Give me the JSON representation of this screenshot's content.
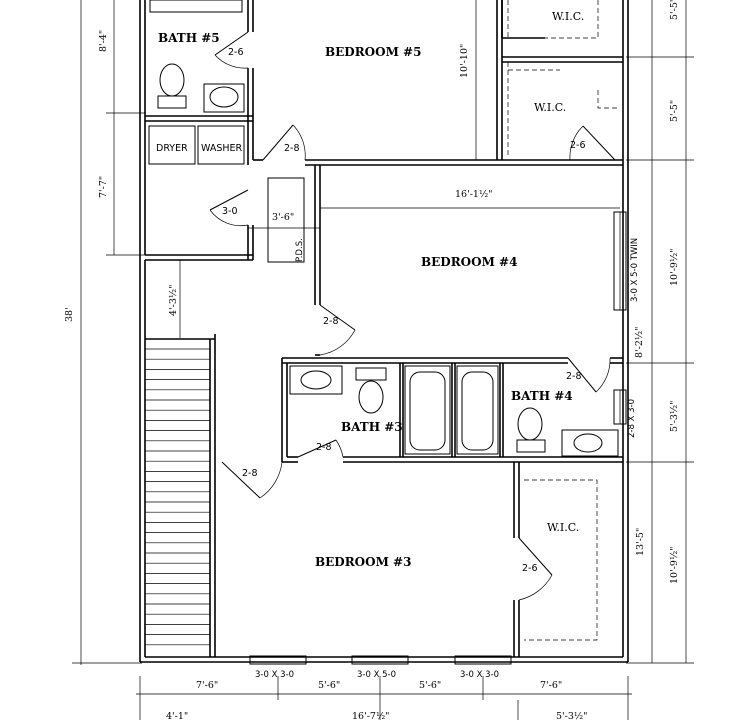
{
  "rooms": {
    "bath5": "BATH #5",
    "bedroom5": "BEDROOM #5",
    "wic_top": "W.I.C.",
    "wic_mid": "W.I.C.",
    "bedroom4": "BEDROOM #4",
    "bath4": "BATH #4",
    "bath3": "BATH #3",
    "wic_bottom": "W.I.C.",
    "bedroom3": "BEDROOM #3"
  },
  "fixtures": {
    "dryer": "DRYER",
    "washer": "WASHER",
    "pds": "P.D.S."
  },
  "doors": {
    "bath5": "2-6",
    "wic_mid": "2-6",
    "hall": "2-8",
    "closet": "3-0",
    "bedroom4": "2-8",
    "bath4": "2-8",
    "bath3": "2-8",
    "bedroom3": "2-8",
    "wic_bottom": "2-6"
  },
  "windows": {
    "bedroom4": "3-0 X 5-0 TWIN",
    "bath4": "2-8 X 3-0",
    "bottom_left": "3-0 X 3-0",
    "bottom_mid": "3-0 X 5-0",
    "bottom_right": "3-0 X 3-0"
  },
  "dimensions": {
    "left_top": "8'-4\"",
    "left_mid": "7'-7\"",
    "left_total": "38'",
    "stair_gap": "4'-3½\"",
    "closet_width": "3'-6\"",
    "bed5_depth": "10'-10\"",
    "bed4_width": "16'-1½\"",
    "right_top": "5'-5\"",
    "right_2": "5'-5\"",
    "right_3": "10'-9½\"",
    "right_4": "8'-2½\"",
    "right_5": "5'-3½\"",
    "right_6": "13'-5\"",
    "right_7": "10'-9½\"",
    "bottom_1": "7'-6\"",
    "bottom_2": "5'-6\"",
    "bottom_3": "5'-6\"",
    "bottom_4": "7'-6\"",
    "bottom2_1": "4'-1\"",
    "bottom2_2": "16'-7½\"",
    "bottom2_3": "5'-3½\""
  }
}
